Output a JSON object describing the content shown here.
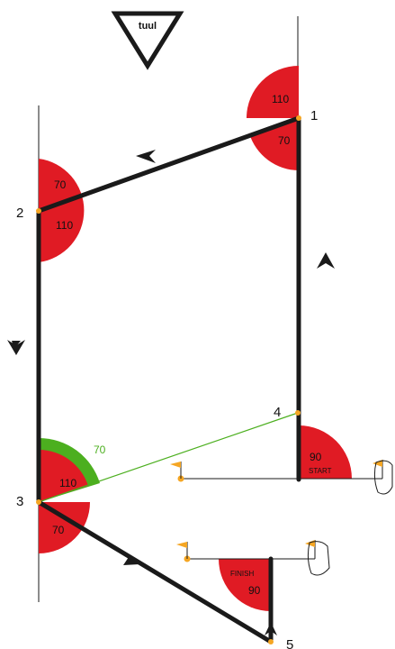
{
  "wind": {
    "label": "tuul"
  },
  "marks": {
    "m1": "1",
    "m2": "2",
    "m3": "3",
    "m4": "4",
    "m5": "5"
  },
  "angles": {
    "m1_upper": "110",
    "m1_lower": "70",
    "m2_upper": "70",
    "m2_lower": "110",
    "m3_inner": "110",
    "m3_lower": "70",
    "m3_green": "70",
    "start_angle": "90",
    "finish_angle": "90"
  },
  "lines": {
    "start_label": "START",
    "finish_label": "FINISH"
  },
  "colors": {
    "sector": "#e01b24",
    "course": "#1a1a1a",
    "green": "#4caf1f",
    "flag": "#f5a623"
  }
}
